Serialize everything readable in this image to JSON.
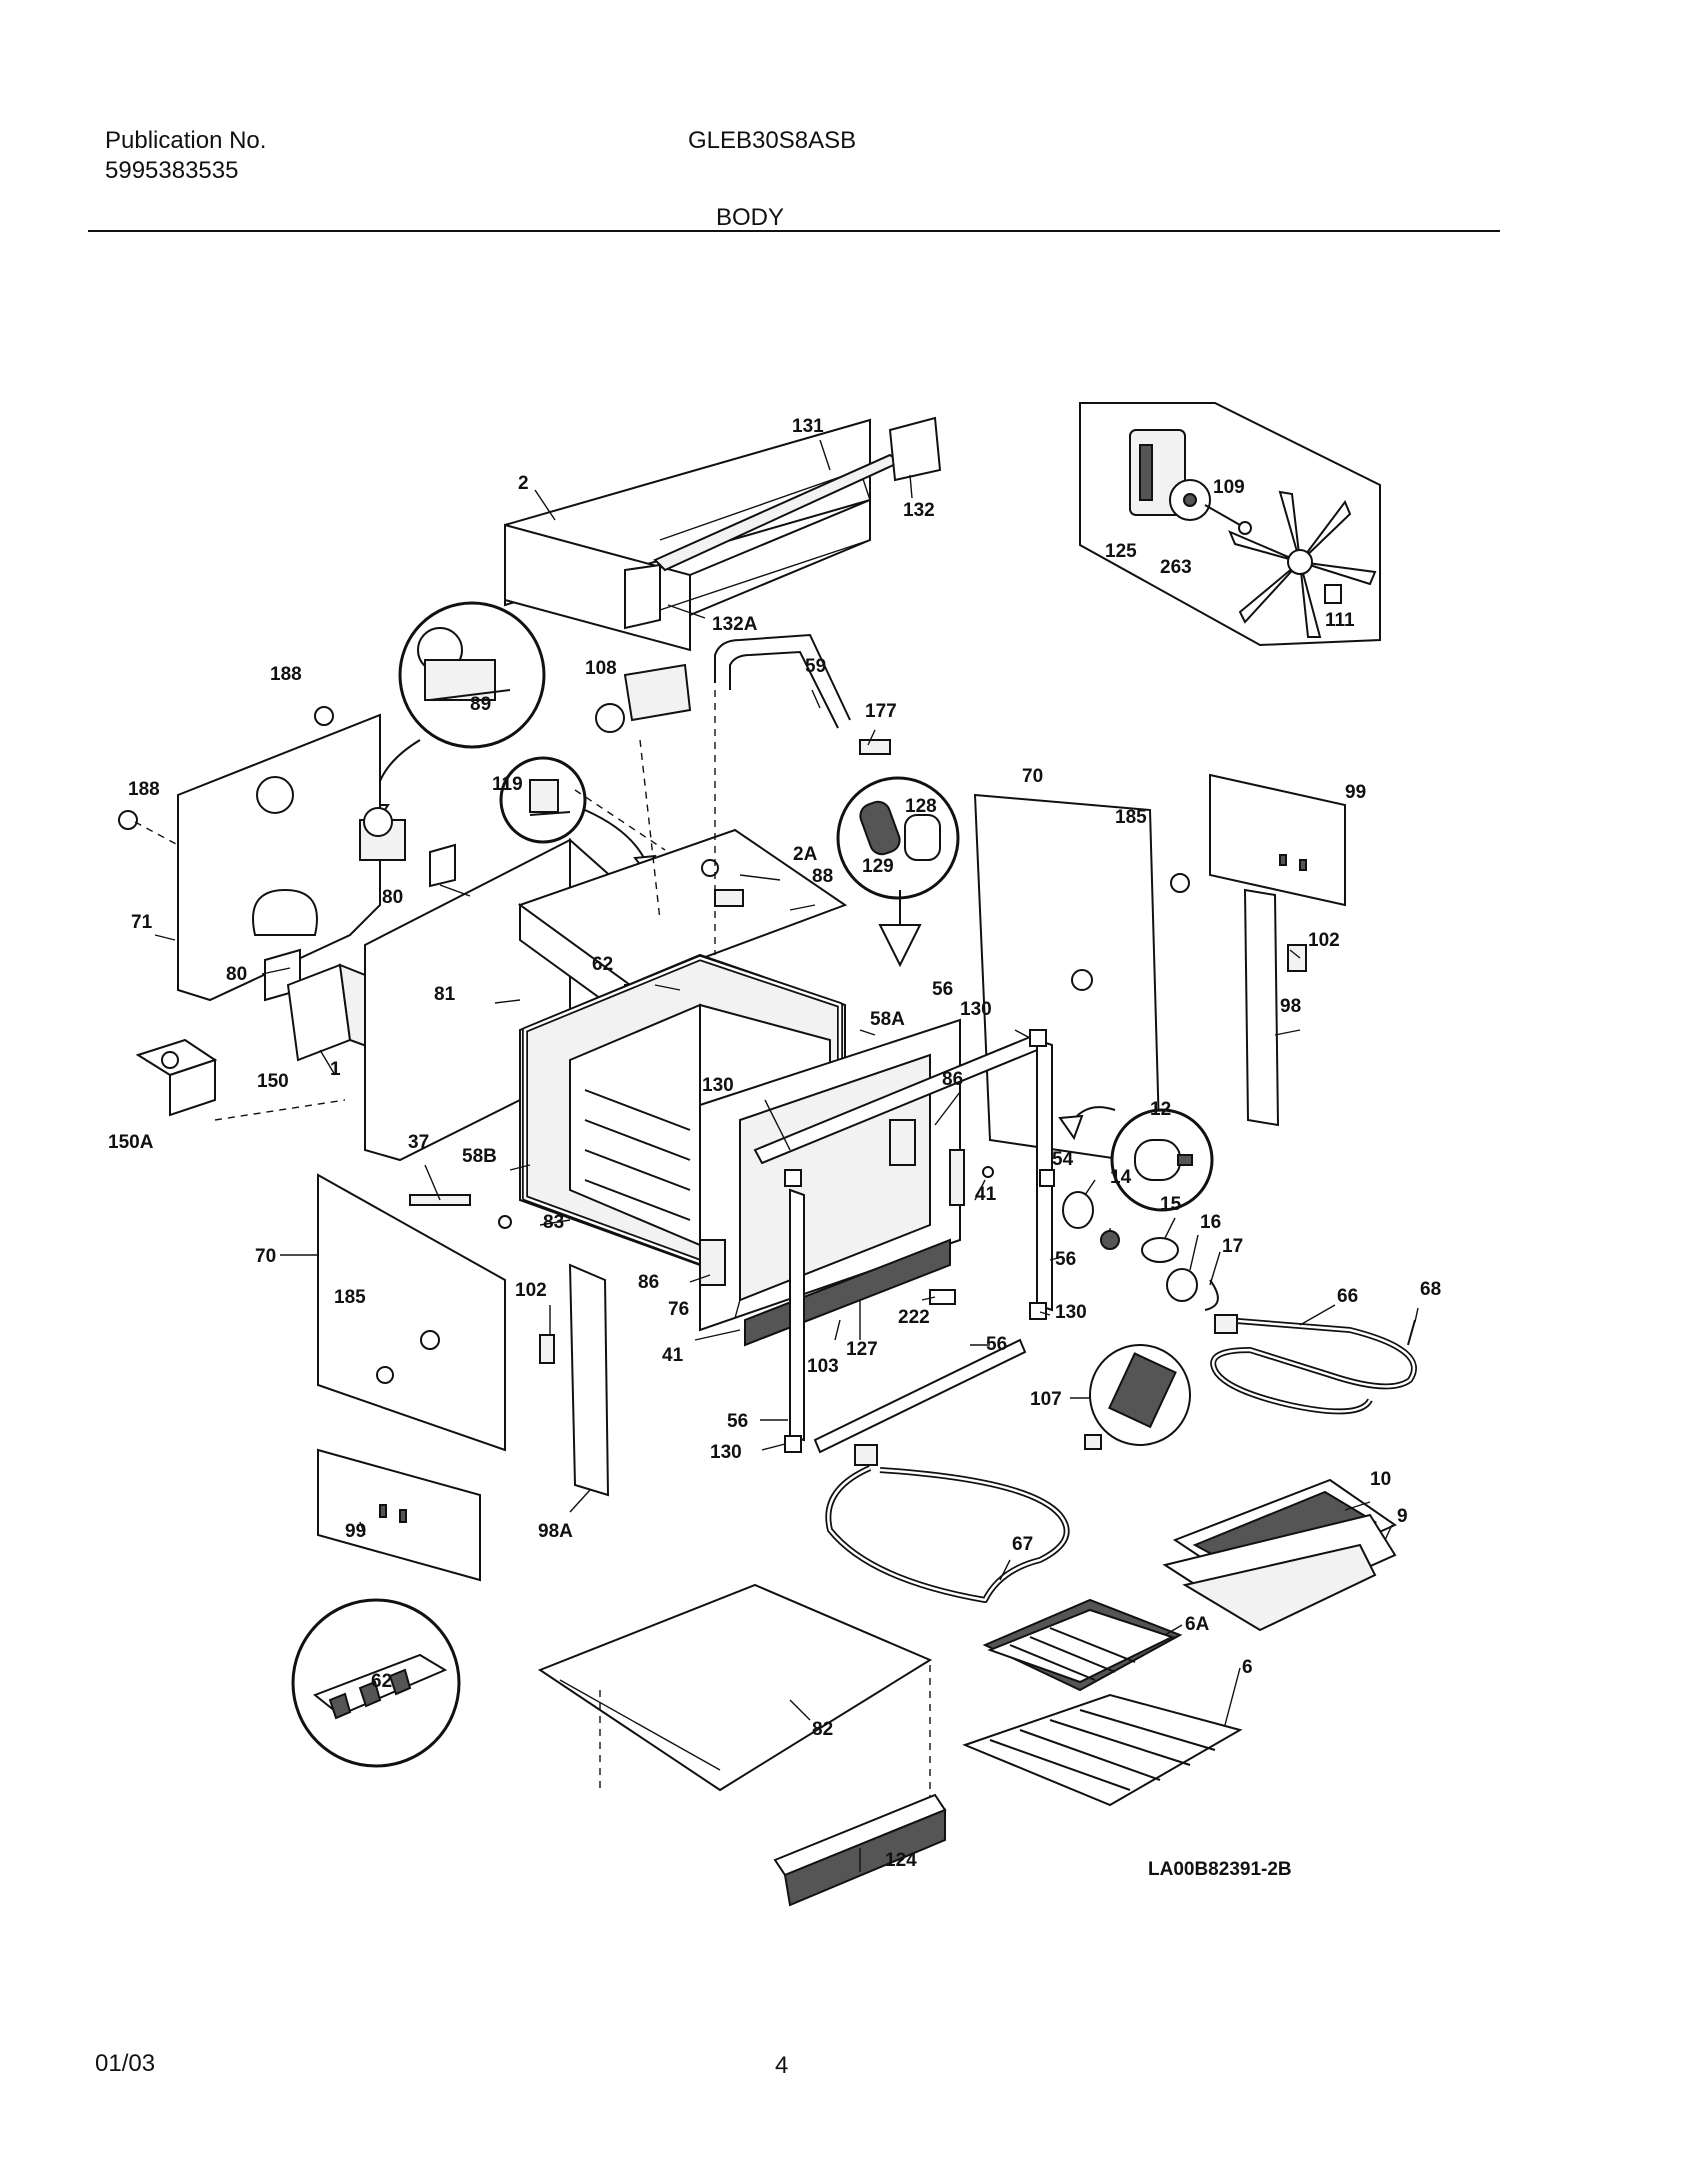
{
  "header": {
    "publication_label": "Publication No.",
    "publication_number": "5995383535",
    "model": "GLEB30S8ASB",
    "section": "BODY"
  },
  "footer": {
    "date": "01/03",
    "page": "4"
  },
  "diagram_code": "LA00B82391-2B",
  "callouts": [
    {
      "id": "c131",
      "text": "131"
    },
    {
      "id": "c2",
      "text": "2"
    },
    {
      "id": "c132",
      "text": "132"
    },
    {
      "id": "c132A",
      "text": "132A"
    },
    {
      "id": "c125",
      "text": "125"
    },
    {
      "id": "c109",
      "text": "109"
    },
    {
      "id": "c263",
      "text": "263"
    },
    {
      "id": "c111",
      "text": "111"
    },
    {
      "id": "c188a",
      "text": "188"
    },
    {
      "id": "c188b",
      "text": "188"
    },
    {
      "id": "c89",
      "text": "89"
    },
    {
      "id": "c108",
      "text": "108"
    },
    {
      "id": "c59",
      "text": "59"
    },
    {
      "id": "c177",
      "text": "177"
    },
    {
      "id": "c119",
      "text": "119"
    },
    {
      "id": "c128",
      "text": "128"
    },
    {
      "id": "c129",
      "text": "129"
    },
    {
      "id": "c70a",
      "text": "70"
    },
    {
      "id": "c99a",
      "text": "99"
    },
    {
      "id": "c185a",
      "text": "185"
    },
    {
      "id": "c71",
      "text": "71"
    },
    {
      "id": "c80a",
      "text": "80"
    },
    {
      "id": "c80b",
      "text": "80"
    },
    {
      "id": "c2A",
      "text": "2A"
    },
    {
      "id": "c88",
      "text": "88"
    },
    {
      "id": "c102a",
      "text": "102"
    },
    {
      "id": "c62a",
      "text": "62"
    },
    {
      "id": "c81",
      "text": "81"
    },
    {
      "id": "c58A",
      "text": "58A"
    },
    {
      "id": "c56a",
      "text": "56"
    },
    {
      "id": "c130a",
      "text": "130"
    },
    {
      "id": "c98",
      "text": "98"
    },
    {
      "id": "c150",
      "text": "150"
    },
    {
      "id": "c1",
      "text": "1"
    },
    {
      "id": "c150A",
      "text": "150A"
    },
    {
      "id": "c58B",
      "text": "58B"
    },
    {
      "id": "c130b",
      "text": "130"
    },
    {
      "id": "c86a",
      "text": "86"
    },
    {
      "id": "c12",
      "text": "12"
    },
    {
      "id": "c37",
      "text": "37"
    },
    {
      "id": "c54",
      "text": "54"
    },
    {
      "id": "c14",
      "text": "14"
    },
    {
      "id": "c41a",
      "text": "41"
    },
    {
      "id": "c15",
      "text": "15"
    },
    {
      "id": "c16",
      "text": "16"
    },
    {
      "id": "c83",
      "text": "83"
    },
    {
      "id": "c17",
      "text": "17"
    },
    {
      "id": "c70b",
      "text": "70"
    },
    {
      "id": "c56b",
      "text": "56"
    },
    {
      "id": "c86b",
      "text": "86"
    },
    {
      "id": "c185b",
      "text": "185"
    },
    {
      "id": "c102b",
      "text": "102"
    },
    {
      "id": "c76",
      "text": "76"
    },
    {
      "id": "c222",
      "text": "222"
    },
    {
      "id": "c130c",
      "text": "130"
    },
    {
      "id": "c66",
      "text": "66"
    },
    {
      "id": "c68",
      "text": "68"
    },
    {
      "id": "c41b",
      "text": "41"
    },
    {
      "id": "c103",
      "text": "103"
    },
    {
      "id": "c127",
      "text": "127"
    },
    {
      "id": "c56c",
      "text": "56"
    },
    {
      "id": "c56d",
      "text": "56"
    },
    {
      "id": "c107",
      "text": "107"
    },
    {
      "id": "c130d",
      "text": "130"
    },
    {
      "id": "c10",
      "text": "10"
    },
    {
      "id": "c99b",
      "text": "99"
    },
    {
      "id": "c98A",
      "text": "98A"
    },
    {
      "id": "c67",
      "text": "67"
    },
    {
      "id": "c9",
      "text": "9"
    },
    {
      "id": "c6A",
      "text": "6A"
    },
    {
      "id": "c62b",
      "text": "62"
    },
    {
      "id": "c6",
      "text": "6"
    },
    {
      "id": "c82",
      "text": "82"
    },
    {
      "id": "c124",
      "text": "124"
    }
  ]
}
